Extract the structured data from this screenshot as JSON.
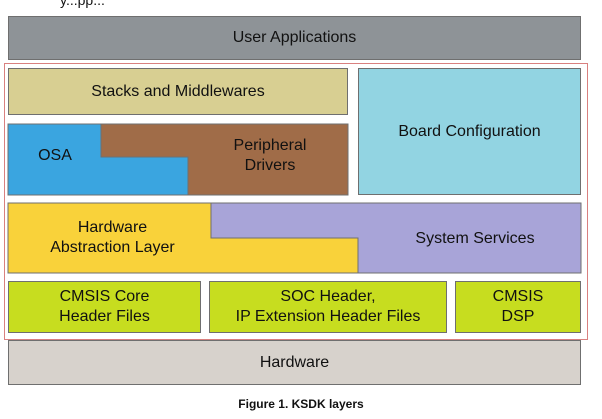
{
  "top_clip_text": "y...pp...",
  "layers": {
    "user_applications": "User Applications",
    "stacks_middlewares": "Stacks and Middlewares",
    "board_configuration": "Board Configuration",
    "osa": "OSA",
    "peripheral_drivers": "Peripheral\nDrivers",
    "hardware_abstraction_layer": "Hardware\nAbstraction Layer",
    "system_services": "System Services",
    "cmsis_core": "CMSIS Core\nHeader Files",
    "soc_header": "SOC Header,\nIP Extension Header Files",
    "cmsis_dsp": "CMSIS\nDSP",
    "hardware": "Hardware"
  },
  "caption": "Figure 1. KSDK layers",
  "colors": {
    "user_applications": "#8e9397",
    "stacks_middlewares": "#d8cf92",
    "board_configuration": "#92d4e2",
    "osa": "#3aa5e0",
    "peripheral_drivers": "#a06c48",
    "hal": "#f9d23a",
    "system_services": "#a8a4d8",
    "cmsis": "#c7dd1f",
    "hardware": "#d7d2cc",
    "frame": "#d9807f"
  }
}
